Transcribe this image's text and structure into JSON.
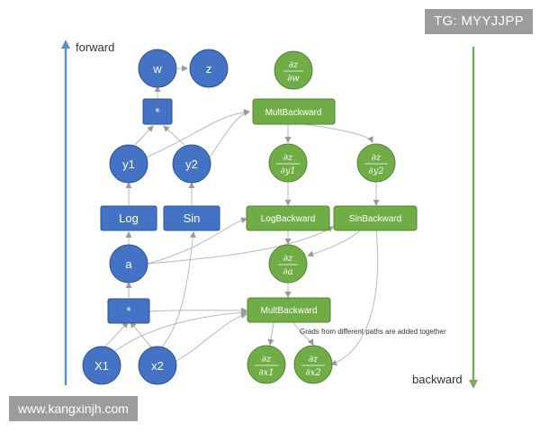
{
  "directions": {
    "forward": "forward",
    "backward": "backward"
  },
  "note": "Grads from different paths are added together",
  "watermarks": {
    "top_right": "TG: MYYJJPP",
    "bottom_left": "www.kangxinjh.com"
  },
  "forward_graph": {
    "w": "w",
    "z": "z",
    "mul_top": "*",
    "y1": "y1",
    "y2": "y2",
    "log": "Log",
    "sin": "Sin",
    "a": "a",
    "mul_bottom": "*",
    "x1": "X1",
    "x2": "x2"
  },
  "backward_graph": {
    "mult_backward_top": "MultBackward",
    "log_backward": "LogBackward",
    "sin_backward": "SinBackward",
    "mult_backward_bottom": "MultBackward"
  },
  "gradients": {
    "dz_dw": {
      "num": "∂z",
      "den": "∂w"
    },
    "dz_dy1": {
      "num": "∂z",
      "den": "∂y1"
    },
    "dz_dy2": {
      "num": "∂z",
      "den": "∂y2"
    },
    "dz_da": {
      "num": "∂z",
      "den": "∂a"
    },
    "dz_dx1": {
      "num": "∂z",
      "den": "∂x1"
    },
    "dz_dx2": {
      "num": "∂z",
      "den": "∂x2"
    }
  },
  "colors": {
    "forward_node": "#4472c4",
    "forward_border": "#2f528f",
    "backward_node": "#70ad47",
    "backward_border": "#548235",
    "forward_arrow": "#5b8fc9",
    "backward_arrow": "#7fa866",
    "connector": "#b8b8b8"
  }
}
